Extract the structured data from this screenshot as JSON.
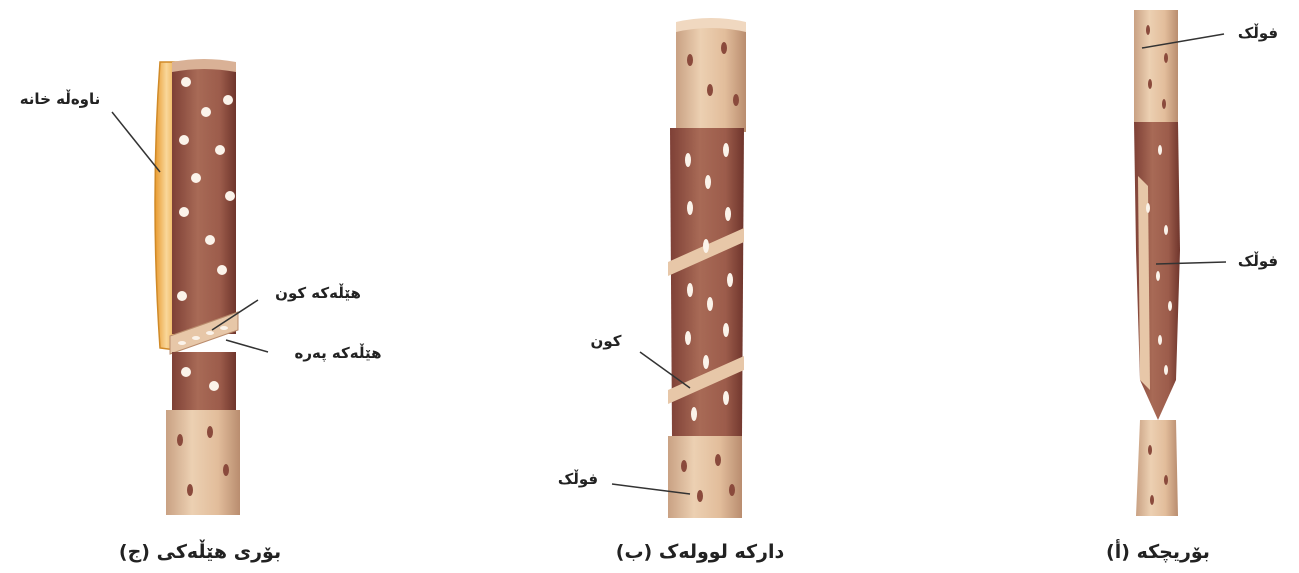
{
  "figures": {
    "sieve": {
      "caption": "(ج) بۆری هێڵەکی",
      "labels": {
        "companion_cell": "ناوەڵە خانە",
        "sieve_plate_pore": "هێڵەکە کون",
        "sieve_plate": "هێڵەکە پەرە"
      }
    },
    "vessel": {
      "caption": "(ب) دارکە لوولەک",
      "labels": {
        "pit": "کون",
        "wall": "فوڵک"
      }
    },
    "tracheid": {
      "caption": "(أ) بۆریچکە",
      "labels": {
        "wall_top": "فوڵک",
        "wall_middle": "فوڵک"
      }
    }
  },
  "colors": {
    "cell_light": "#e4c3a2",
    "cell_mid": "#c79a7c",
    "lumen_dark": "#9a5a4a",
    "lumen_deep": "#7b3e34",
    "pit_white": "#fbf3ea",
    "companion": "#f2b34e",
    "line": "#333333"
  }
}
